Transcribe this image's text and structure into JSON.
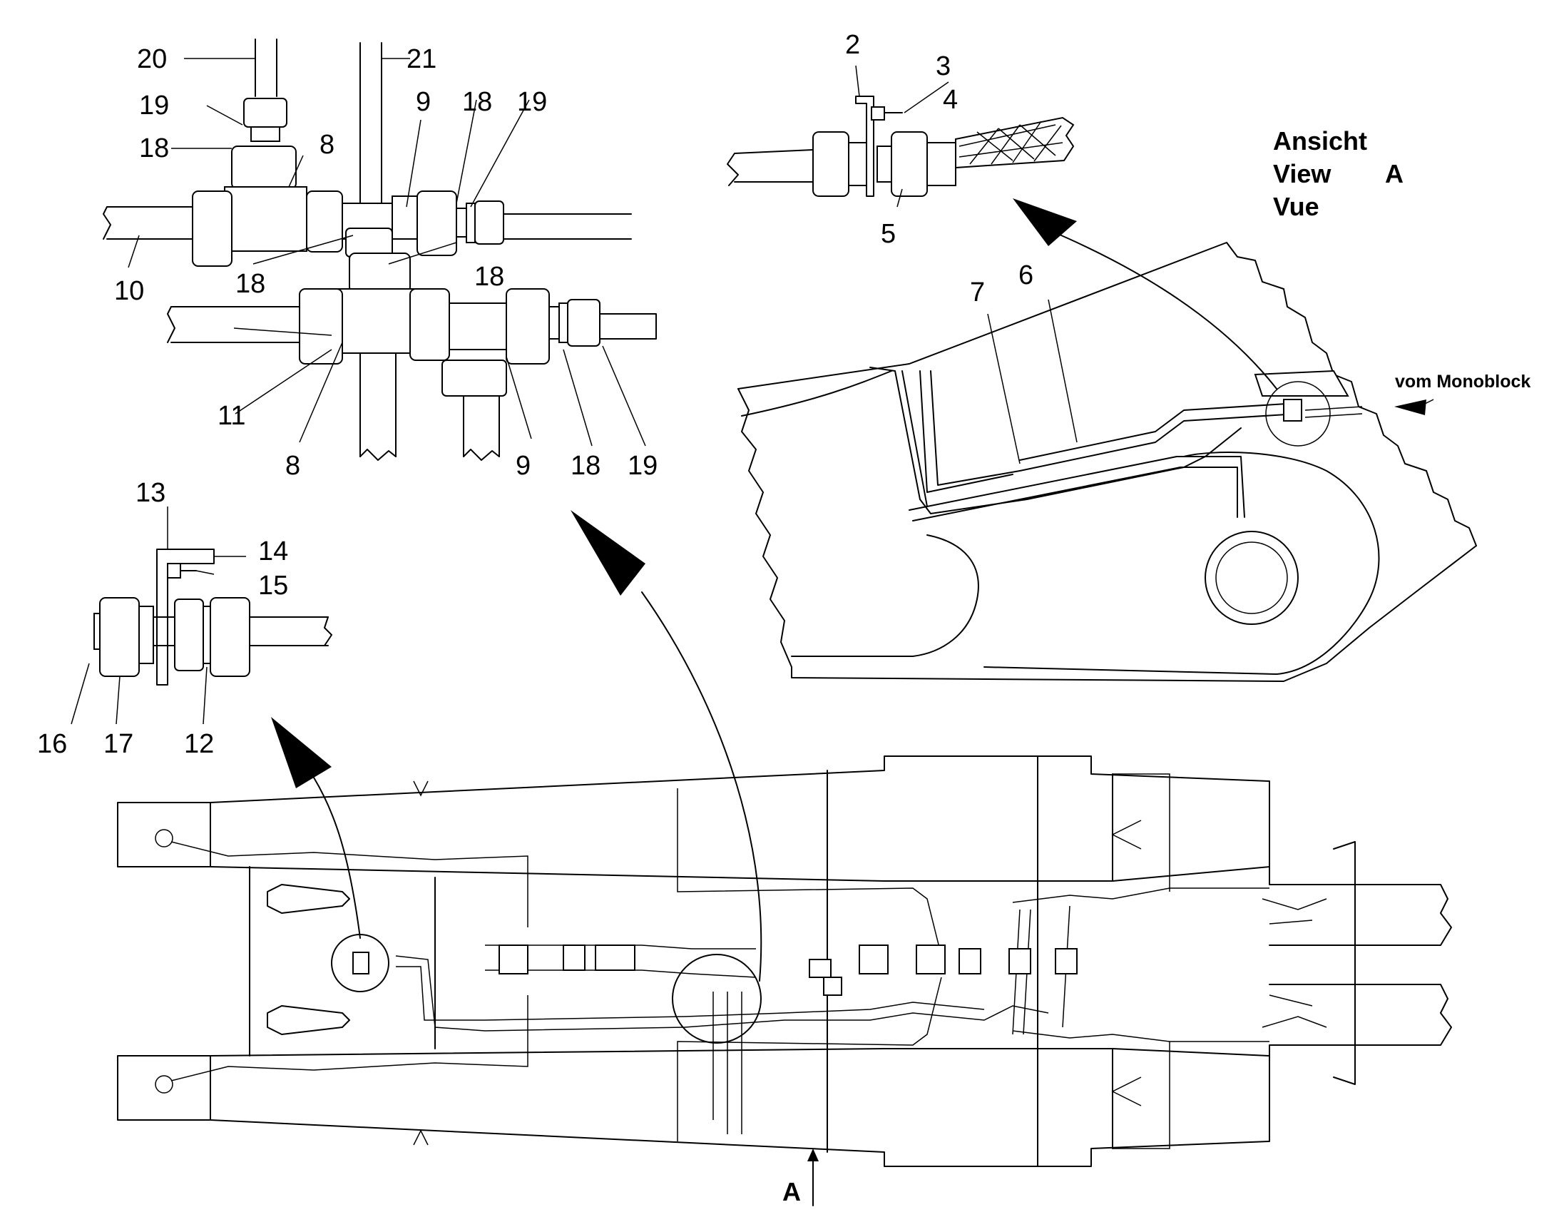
{
  "view_title": {
    "line1": "Ansicht",
    "line2": "View",
    "line2_letter": "A",
    "line3": "Vue"
  },
  "note_source": "vom Monoblock",
  "view_marker": "A",
  "labels": {
    "d1": [
      "20",
      "21",
      "19",
      "18",
      "8",
      "9",
      "18",
      "19",
      "10",
      "18",
      "18",
      "11",
      "8",
      "9",
      "18",
      "19"
    ],
    "d2": [
      "2",
      "3",
      "4",
      "5"
    ],
    "d3": [
      "13",
      "14",
      "15",
      "16",
      "17",
      "12"
    ],
    "d4": [
      "7",
      "6"
    ]
  }
}
